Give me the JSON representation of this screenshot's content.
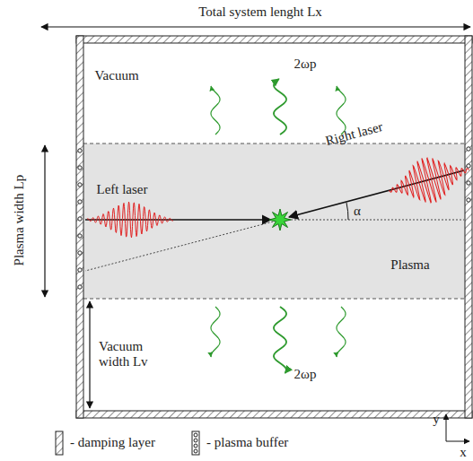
{
  "diagram": {
    "labels": [
      "Total system lenght Lx",
      "Plasma width Lp",
      "Vacuum",
      "Vacuum width Lv",
      "Left laser",
      "Right laser",
      "Plasma",
      "α",
      "2ωp",
      "2ωp",
      "y",
      "x"
    ],
    "legend": [
      {
        "text": "- damping layer"
      },
      {
        "text": "- plasma buffer"
      }
    ]
  }
}
